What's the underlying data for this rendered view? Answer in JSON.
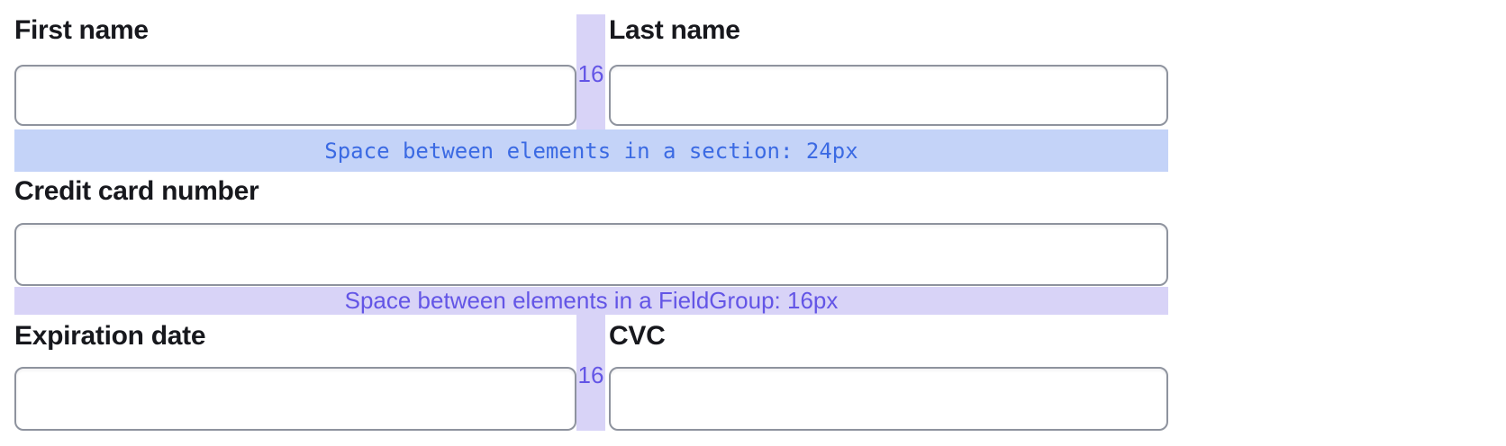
{
  "colors": {
    "label_text": "#17181d",
    "input_border": "#8e939e",
    "section_band_bg": "#c4d3f8",
    "section_band_text": "#3b6ae3",
    "fieldgroup_band_bg": "#d8d3f7",
    "fieldgroup_band_text": "#6355e6",
    "page_bg": "#ffffff"
  },
  "fields": {
    "first_name": {
      "label": "First name",
      "value": "",
      "placeholder": ""
    },
    "last_name": {
      "label": "Last name",
      "value": "",
      "placeholder": ""
    },
    "card_number": {
      "label": "Credit card number",
      "value": "",
      "placeholder": ""
    },
    "expiration": {
      "label": "Expiration date",
      "value": "",
      "placeholder": ""
    },
    "cvc": {
      "label": "CVC",
      "value": "",
      "placeholder": ""
    }
  },
  "annotations": {
    "section_spacing": {
      "label": "Space between elements in a section: 24px"
    },
    "fieldgroup_spacing": {
      "label": "Space between elements in a FieldGroup: 16px"
    },
    "column_gap_top": {
      "label": "16"
    },
    "column_gap_bottom": {
      "label": "16"
    }
  }
}
